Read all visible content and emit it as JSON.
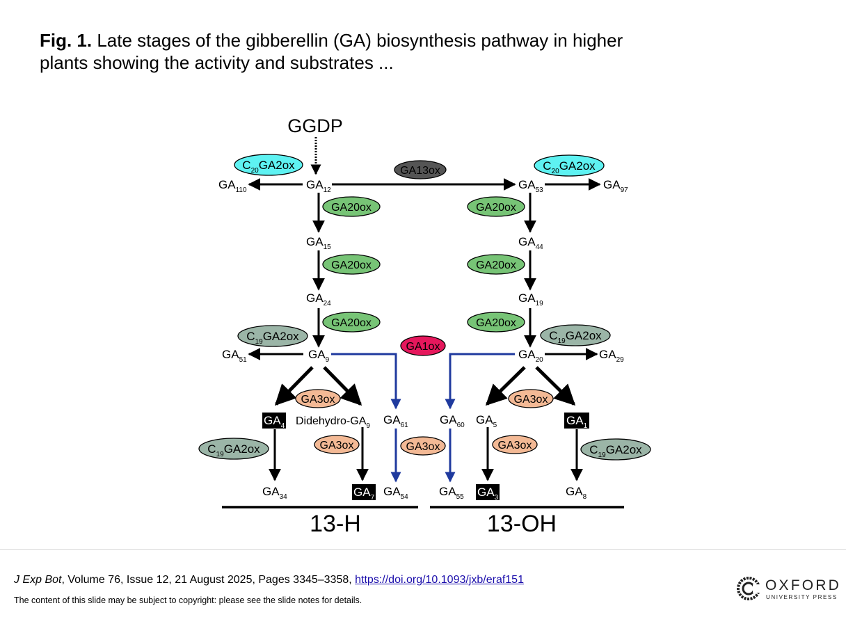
{
  "header": {
    "fig_label": "Fig. 1.",
    "title_text": " Late stages of the gibberellin (GA) biosynthesis pathway in higher plants showing the activity and substrates ..."
  },
  "diagram": {
    "colors": {
      "arrow_black": "#000000",
      "arrow_blue": "#1f3a9e",
      "ga20ox": "#77c476",
      "c20ga2ox": "#5ef2f2",
      "c19ga2ox": "#9bb5a7",
      "ga13ox": "#555555",
      "ga1ox": "#e5175c",
      "ga3ox": "#f3b995",
      "bioactive_box": "#000000"
    },
    "top_node": "GGDP",
    "nodes": {
      "ga12": {
        "base": "GA",
        "sub": "12"
      },
      "ga110": {
        "base": "GA",
        "sub": "110"
      },
      "ga53": {
        "base": "GA",
        "sub": "53"
      },
      "ga97": {
        "base": "GA",
        "sub": "97"
      },
      "ga15": {
        "base": "GA",
        "sub": "15"
      },
      "ga44": {
        "base": "GA",
        "sub": "44"
      },
      "ga24": {
        "base": "GA",
        "sub": "24"
      },
      "ga19": {
        "base": "GA",
        "sub": "19"
      },
      "ga9": {
        "base": "GA",
        "sub": "9"
      },
      "ga51": {
        "base": "GA",
        "sub": "51"
      },
      "ga20": {
        "base": "GA",
        "sub": "20"
      },
      "ga29": {
        "base": "GA",
        "sub": "29"
      },
      "ga4": {
        "base": "GA",
        "sub": "4"
      },
      "didehydro": {
        "base": "Didehydro-GA",
        "sub": "9"
      },
      "ga61": {
        "base": "GA",
        "sub": "61"
      },
      "ga60": {
        "base": "GA",
        "sub": "60"
      },
      "ga5": {
        "base": "GA",
        "sub": "5"
      },
      "ga1": {
        "base": "GA",
        "sub": "1"
      },
      "ga34": {
        "base": "GA",
        "sub": "34"
      },
      "ga7": {
        "base": "GA",
        "sub": "7"
      },
      "ga54": {
        "base": "GA",
        "sub": "54"
      },
      "ga55": {
        "base": "GA",
        "sub": "55"
      },
      "ga3": {
        "base": "GA",
        "sub": "3"
      },
      "ga8": {
        "base": "GA",
        "sub": "8"
      }
    },
    "enzymes": {
      "c20ga2ox": {
        "pre": "C",
        "sub": "20",
        "post": "GA2ox"
      },
      "c19ga2ox": {
        "pre": "C",
        "sub": "19",
        "post": "GA2ox"
      },
      "ga13ox": "GA13ox",
      "ga20ox": "GA20ox",
      "ga1ox": "GA1ox",
      "ga3ox": "GA3ox"
    },
    "groups": {
      "left": "13-H",
      "right": "13-OH"
    }
  },
  "footer": {
    "journal": "J Exp Bot",
    "citation_rest": ", Volume 76, Issue 12, 21 August 2025, Pages 3345–3358, ",
    "doi": "https://doi.org/10.1093/jxb/eraf151",
    "notice": "The content of this slide may be subject to copyright: please see the slide notes for details.",
    "publisher": "OXFORD",
    "publisher_sub": "UNIVERSITY PRESS"
  }
}
